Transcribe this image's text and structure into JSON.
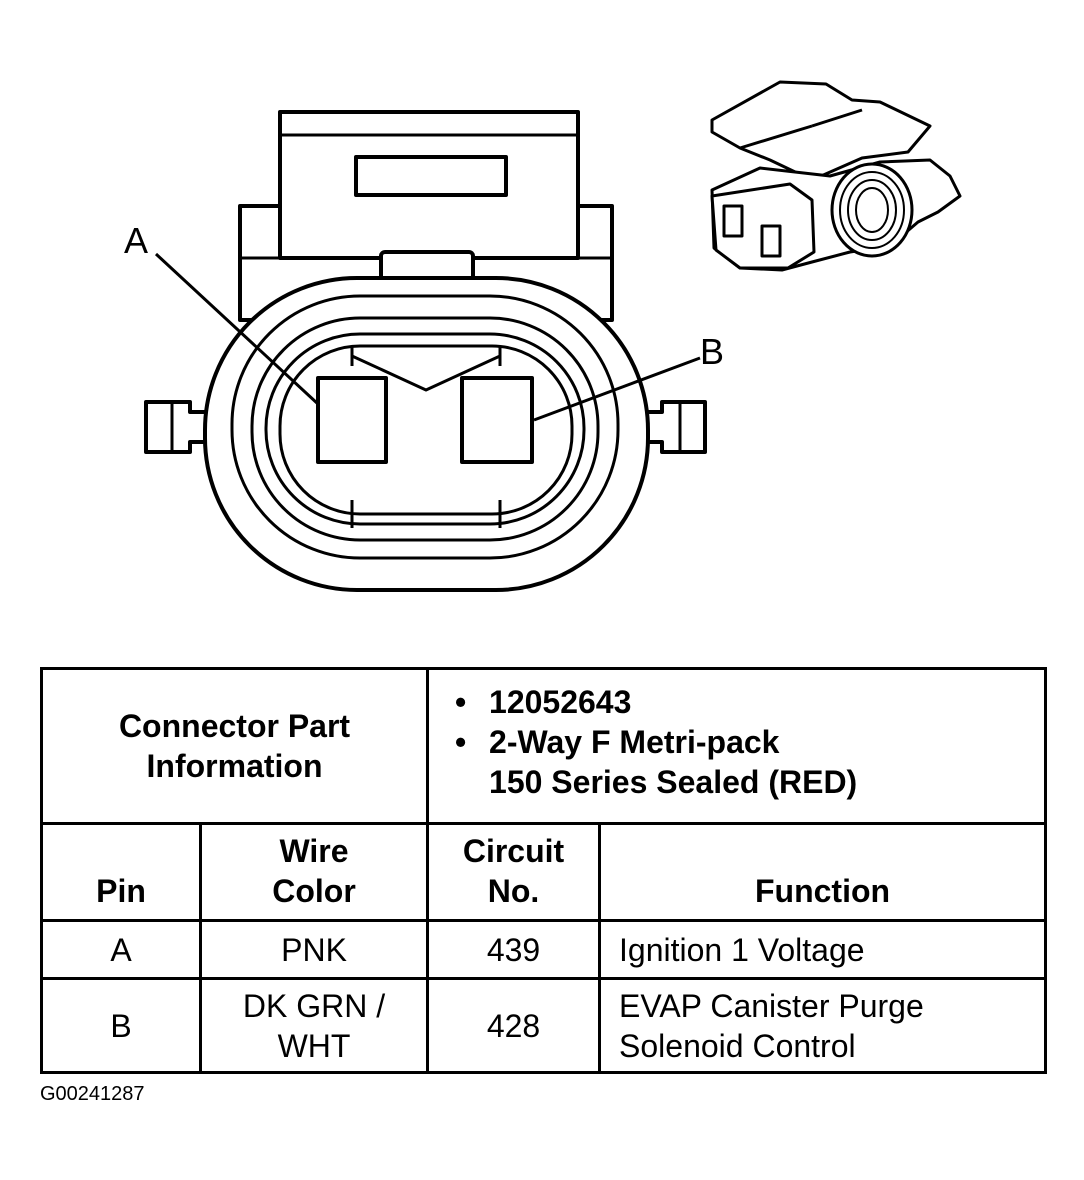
{
  "diagram": {
    "pin_a_label": "A",
    "pin_b_label": "B"
  },
  "table": {
    "part_info_label": "Connector Part Information",
    "part_info_items": [
      "12052643",
      "2-Way F Metri-pack",
      "150 Series Sealed (RED)"
    ],
    "headers": {
      "pin": "Pin",
      "wire_color_line1": "Wire",
      "wire_color_line2": "Color",
      "circuit_line1": "Circuit",
      "circuit_line2": "No.",
      "function": "Function"
    },
    "rows": [
      {
        "pin": "A",
        "wire_color_line1": "PNK",
        "wire_color_line2": "",
        "circuit": "439",
        "function_line1": "Ignition 1 Voltage",
        "function_line2": ""
      },
      {
        "pin": "B",
        "wire_color_line1": "DK GRN /",
        "wire_color_line2": "WHT",
        "circuit": "428",
        "function_line1": "EVAP Canister Purge",
        "function_line2": "Solenoid Control"
      }
    ]
  },
  "figure_id": "G00241287"
}
